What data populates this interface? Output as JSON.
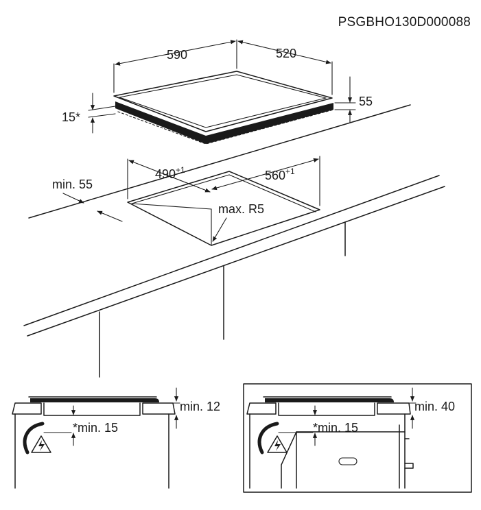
{
  "drawing": {
    "code": "PSGBHO130D000088",
    "hob": {
      "width": "590",
      "depth": "520",
      "height": "55",
      "edge": "15*"
    },
    "cutout": {
      "width_value": "560",
      "width_tol": "+1",
      "depth_value": "490",
      "depth_tol": "+1",
      "front_distance": "min. 55",
      "corner_radius": "max. R5"
    },
    "section_left": {
      "top_clearance": "min. 12",
      "bottom_clearance": "*min. 15"
    },
    "section_right": {
      "top_clearance": "min. 40",
      "bottom_clearance": "*min. 15"
    }
  }
}
